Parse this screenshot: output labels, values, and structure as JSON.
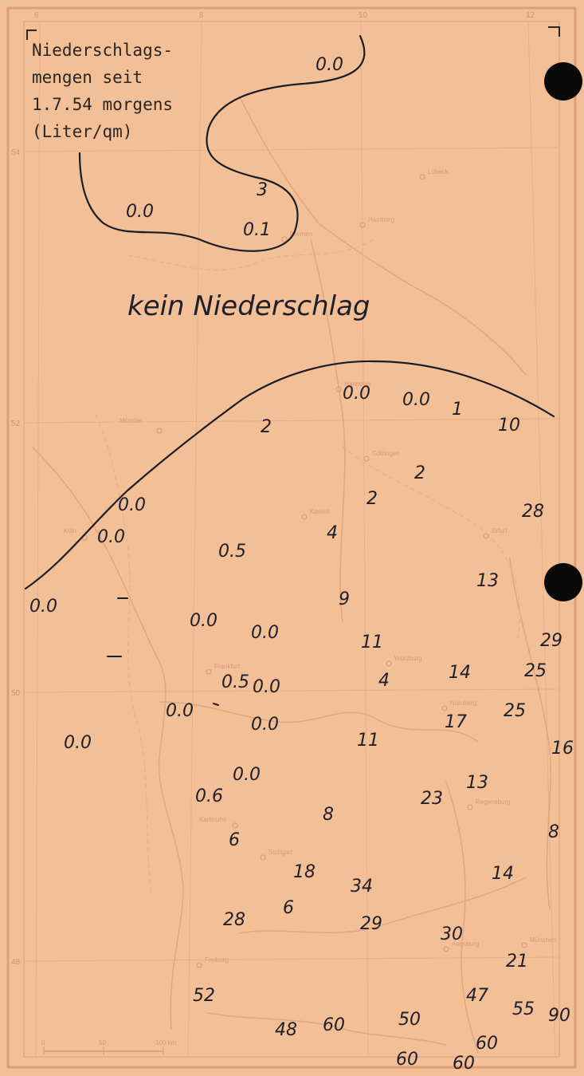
{
  "map": {
    "legend_lines": [
      "Niederschlags-",
      "mengen seit",
      "1.7.54 morgens",
      "(Liter/qm)"
    ],
    "zone_label": "kein Niederschlag",
    "scale_labels": [
      "0",
      "50",
      "100 km"
    ],
    "longitude_labels": [
      "6",
      "8",
      "10",
      "12"
    ],
    "latitude_labels": [
      "54",
      "52",
      "50",
      "48"
    ],
    "base_places": [
      "Hamburg",
      "Bremen",
      "Hannover",
      "Kassel",
      "Erfurt",
      "Frankfurt",
      "Würzburg",
      "Nürnberg",
      "Stuttgart",
      "Augsburg",
      "München",
      "Freiburg",
      "Köln",
      "Münster",
      "Lübeck",
      "Göttingen",
      "Regensburg",
      "Karlsruhe"
    ],
    "values": [
      "0.0",
      "3",
      "0.0",
      "0.1",
      "0.0",
      "0.0",
      "1",
      "10",
      "2",
      "2",
      "2",
      "28",
      "0.0",
      "0.0",
      "4",
      "0.5",
      "0.0",
      "13",
      "9",
      "0.0",
      "0.0",
      "11",
      "29",
      "25",
      "14",
      "4",
      "0.5",
      "0.0",
      "0.0",
      "25",
      "17",
      "0.0",
      "11",
      "16",
      "0.0",
      "0.0",
      "13",
      "0.6",
      "23",
      "8",
      "8",
      "6",
      "18",
      "34",
      "14",
      "6",
      "28",
      "29",
      "30",
      "21",
      "52",
      "47",
      "55",
      "90",
      "50",
      "48",
      "60",
      "60",
      "60",
      "60"
    ]
  },
  "colors": {
    "paper": "#f3bf96",
    "base_map": "#e2a27c",
    "ink": "#1f1f2a",
    "punch_hole": "#0a0a0a"
  }
}
